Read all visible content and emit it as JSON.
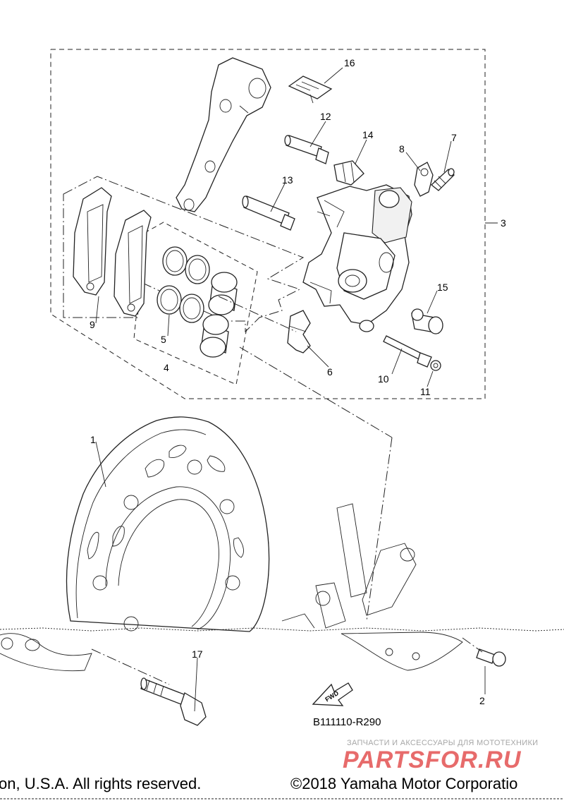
{
  "callouts": {
    "c1": "1",
    "c2": "2",
    "c3": "3",
    "c4": "4",
    "c5": "5",
    "c6": "6",
    "c7": "7",
    "c8": "8",
    "c9": "9",
    "c10": "10",
    "c11": "11",
    "c12": "12",
    "c13": "13",
    "c14": "14",
    "c15": "15",
    "c16": "16",
    "c17": "17"
  },
  "direction_label": "FWD",
  "diagram_code": "B111110-R290",
  "watermark": {
    "tagline": "ЗАПЧАСТИ И АКСЕССУАРЫ ДЛЯ МОТОТЕХНИКИ",
    "brand": "PARTSFOR.RU"
  },
  "footer": {
    "left": "on, U.S.A. All rights reserved.",
    "right": "©2018 Yamaha Motor Corporatio"
  },
  "colors": {
    "line": "#222222",
    "watermark_text": "#e76b6b",
    "tagline_text": "#a7a7a7"
  }
}
